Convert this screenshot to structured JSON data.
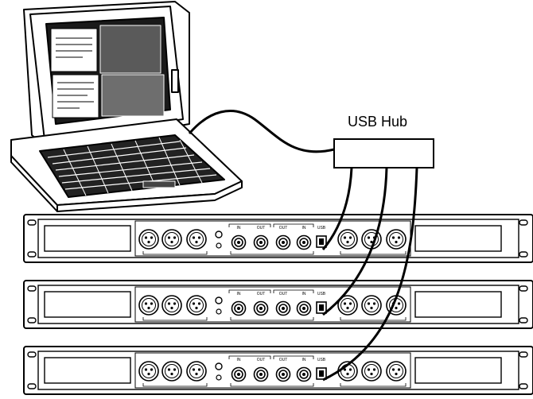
{
  "hub": {
    "label": "USB Hub"
  },
  "diagram": {
    "devices": [
      {
        "panel_labels": {
          "usb": "USB",
          "in": "IN",
          "out": "OUT"
        }
      },
      {
        "panel_labels": {
          "usb": "USB",
          "in": "IN",
          "out": "OUT"
        }
      },
      {
        "panel_labels": {
          "usb": "USB",
          "in": "IN",
          "out": "OUT"
        }
      }
    ],
    "colors": {
      "line": "#000000",
      "fill": "#ffffff",
      "screen_dark": "#1a1a1a"
    }
  }
}
